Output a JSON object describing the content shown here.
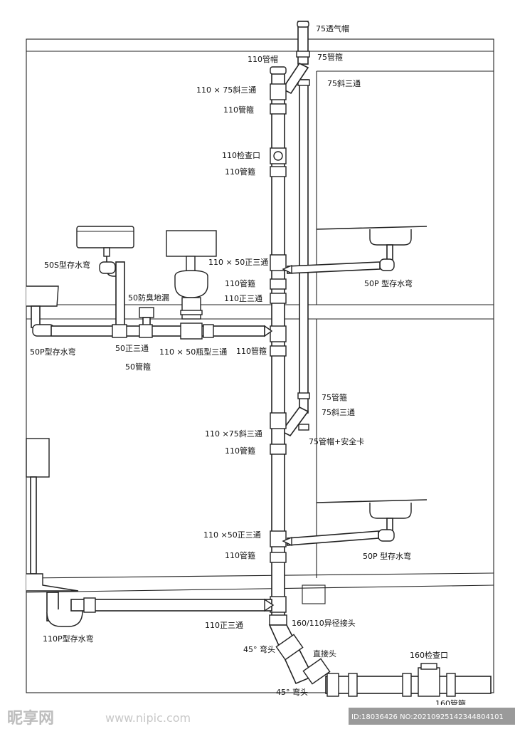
{
  "labels": {
    "vent_cap": "75透气帽",
    "pipe_cap_110": "110管帽",
    "clamp_75_top": "75管箍",
    "y_tee_110x75_top": "110 × 75斜三通",
    "y_tee_75_top": "75斜三通",
    "clamp_110_a": "110管箍",
    "cleanout_110": "110检查口",
    "clamp_110_b": "110管箍",
    "trap_50s": "50S型存水弯",
    "tee_110x50_upper": "110 × 50正三通",
    "clamp_110_c": "110管箍",
    "tee_110_upper": "110正三通",
    "trap_50p_right_upper": "50P  型存水弯",
    "odor_drain_50": "50防臭地漏",
    "trap_50p_left": "50P型存水弯",
    "tee_50": "50正三通",
    "bottle_tee_110x50": "110 × 50瓶型三通",
    "clamp_110_d": "110管箍",
    "clamp_50": "50管箍",
    "clamp_75_mid": "75管箍",
    "y_tee_75_mid": "75斜三通",
    "y_tee_110x75_mid": "110 ×75斜三通",
    "cap_75_clip": "75管帽+安全卡",
    "clamp_110_e": "110管箍",
    "tee_110x50_lower": "110 ×50正三通",
    "clamp_110_f": "110管箍",
    "trap_50p_right_lower": "50P  型存水弯",
    "trap_110p": "110P型存水弯",
    "tee_110_lower": "110正三通",
    "reducer_160_110": "160/110异径接头",
    "elbow_45_a": "45° 弯头",
    "straight_joint": "直接头",
    "cleanout_160": "160检查口",
    "elbow_45_b": "45° 弯头",
    "clamp_160": "160管箍"
  },
  "watermark": {
    "logo": "昵享网",
    "site": "www.nipic.com",
    "id_text": "ID:18036426 NO:20210925142344804101"
  }
}
